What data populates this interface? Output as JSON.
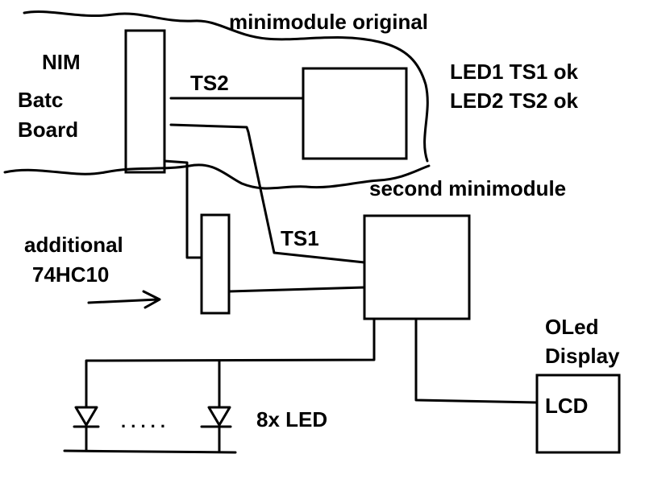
{
  "labels": {
    "minimodule_original": "minimodule original",
    "nim_line1": "NIM",
    "nim_line2": "Batc",
    "nim_line3": "Board",
    "ts2": "TS2",
    "led_status_1": "LED1 TS1 ok",
    "led_status_2": "LED2 TS2 ok",
    "second_minimodule": "second minimodule",
    "additional_line1": "additional",
    "additional_line2": "74HC10",
    "ts1": "TS1",
    "oled_line1": "OLed",
    "oled_line2": "Display",
    "lcd": "LCD",
    "led_count": "8x LED",
    "dots": ". . . . ."
  }
}
